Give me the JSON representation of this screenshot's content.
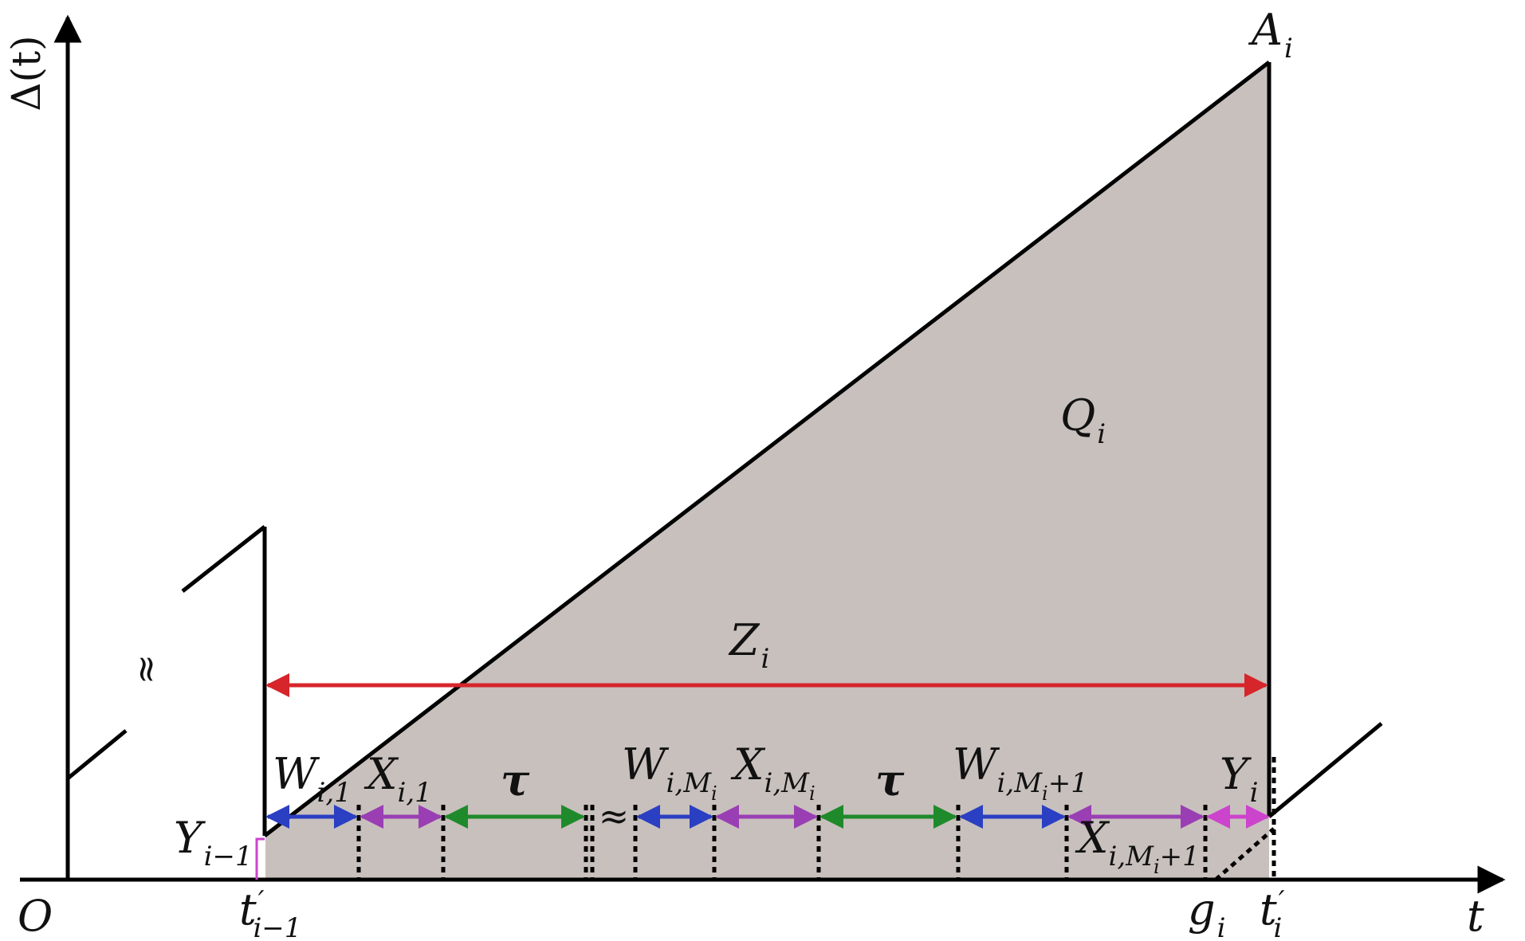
{
  "axes": {
    "y_label": "Δ(t)",
    "x_label": "t",
    "origin_label": "O"
  },
  "labels": {
    "A": {
      "main": "A",
      "sub": "i"
    },
    "Q": {
      "main": "Q",
      "sub": "i"
    },
    "Z": {
      "main": "Z",
      "sub": "i"
    },
    "W1": {
      "main": "W",
      "sub": "i,1"
    },
    "X1": {
      "main": "X",
      "sub": "i,1"
    },
    "tau1": {
      "main": "τ"
    },
    "WM": {
      "main": "W",
      "sub": "i,M",
      "subsub": "i"
    },
    "XM": {
      "main": "X",
      "sub": "i,M",
      "subsub": "i"
    },
    "tau2": {
      "main": "τ"
    },
    "WM1": {
      "main": "W",
      "sub": "i,M",
      "subsub": "i",
      "tail": "+1"
    },
    "Yi": {
      "main": "Y",
      "sub": "i"
    },
    "XM1": {
      "main": "X",
      "sub": "i,M",
      "subsub": "i",
      "tail": "+1"
    },
    "Yprev": {
      "main": "Y",
      "sub": "i−1"
    },
    "tprev": {
      "main": "t",
      "prime": "′",
      "sub": "i−1"
    },
    "g": {
      "main": "g",
      "sub": "i"
    },
    "ti": {
      "main": "t",
      "prime": "′",
      "sub": "i"
    }
  },
  "symbols": {
    "approx": "≈"
  },
  "colors": {
    "fill": "#c8c0bd",
    "red": "#d6262b",
    "blue": "#2b3fc2",
    "purple": "#9a3fb3",
    "green": "#1f8a2b",
    "magenta": "#cc44cc",
    "black": "#000000"
  }
}
